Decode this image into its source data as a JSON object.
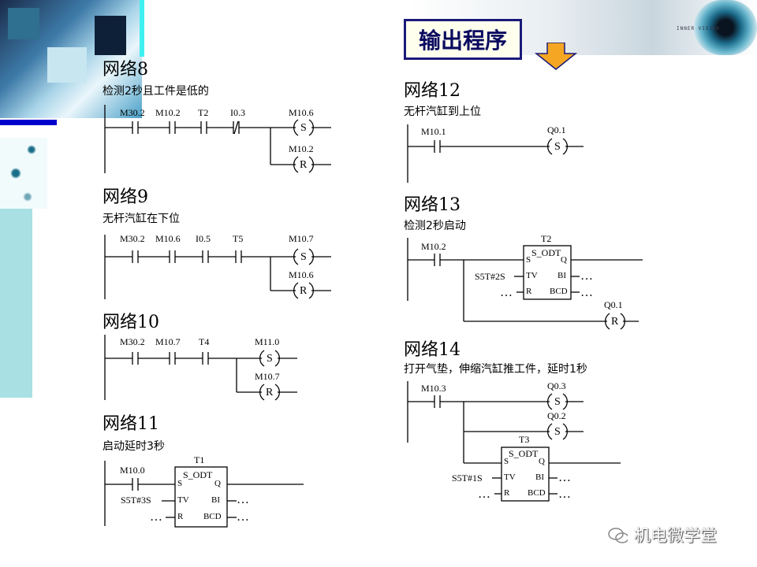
{
  "section_title": "输出程序",
  "watermark": "机电微学堂",
  "logo_text": "INNER VISION",
  "networks": {
    "n8": {
      "title": "网络8",
      "desc": "检测2秒且工件是低的",
      "contacts": [
        "M30.2",
        "M10.2",
        "T2",
        "I0.3"
      ],
      "coil_set": "M10.6",
      "coil_reset": "M10.2"
    },
    "n9": {
      "title": "网络9",
      "desc": "无杆汽缸在下位",
      "contacts": [
        "M30.2",
        "M10.6",
        "I0.5",
        "T5"
      ],
      "coil_set": "M10.7",
      "coil_reset": "M10.6"
    },
    "n10": {
      "title": "网络10",
      "desc": "",
      "contacts": [
        "M30.2",
        "M10.7",
        "T4"
      ],
      "coil_set": "M11.0",
      "coil_reset": "M10.7"
    },
    "n11": {
      "title": "网络11",
      "desc": "启动延时3秒",
      "contact": "M10.0",
      "timer": "T1",
      "timer_type": "S_ODT",
      "preset": "S5T#3S"
    },
    "n12": {
      "title": "网络12",
      "desc": "无杆汽缸到上位",
      "contact": "M10.1",
      "coil_set": "Q0.1"
    },
    "n13": {
      "title": "网络13",
      "desc": "检测2秒启动",
      "contact": "M10.2",
      "timer": "T2",
      "timer_type": "S_ODT",
      "preset": "S5T#2S",
      "coil_reset": "Q0.1"
    },
    "n14": {
      "title": "网络14",
      "desc": "打开气垫，伸缩汽缸推工件，延时1秒",
      "contact": "M10.3",
      "coil_set_1": "Q0.3",
      "coil_set_2": "Q0.2",
      "timer": "T3",
      "timer_type": "S_ODT",
      "preset": "S5T#1S"
    }
  },
  "coil_letters": {
    "set": "S",
    "reset": "R"
  },
  "timer_pins": {
    "s": "S",
    "q": "Q",
    "tv": "TV",
    "bi": "BI",
    "r": "R",
    "bcd": "BCD",
    "ellipsis": "…"
  }
}
